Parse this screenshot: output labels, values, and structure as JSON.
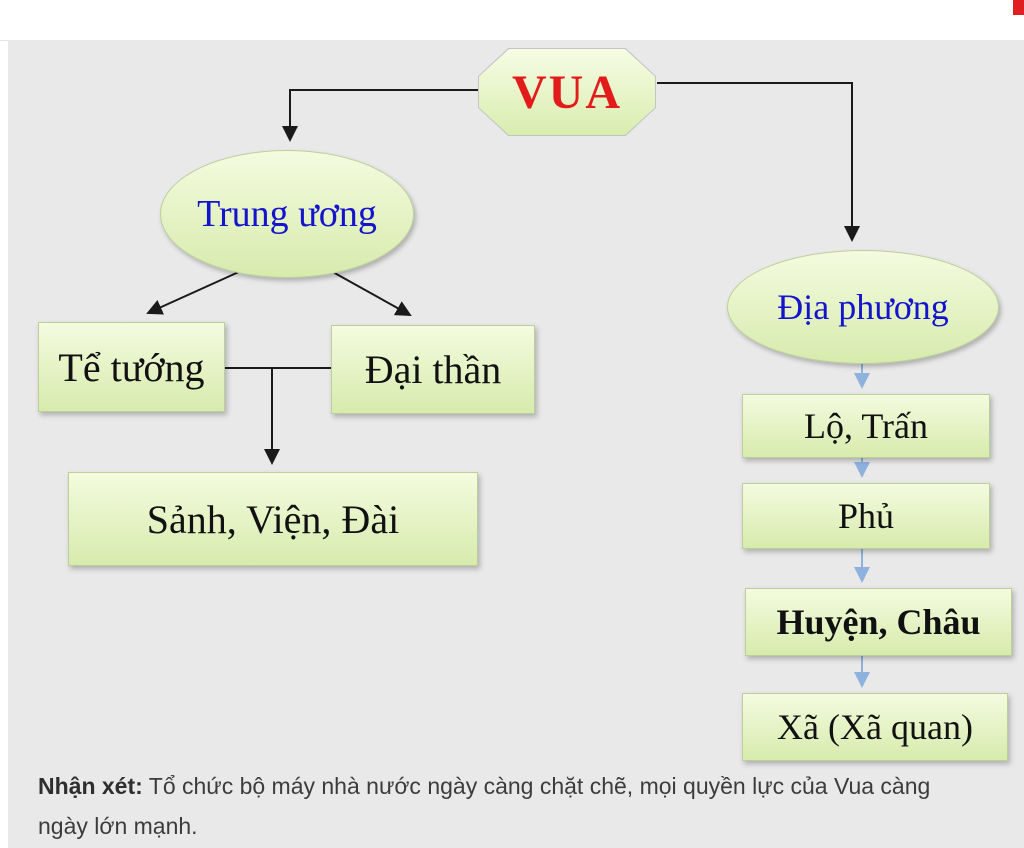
{
  "nodes": {
    "vua": "VUA",
    "trung_uong": "Trung ương",
    "dia_phuong": "Địa phương",
    "te_tuong": "Tể tướng",
    "dai_than": "Đại thần",
    "sanh_vien_dai": "Sảnh, Viện, Đài",
    "lo_tran": "Lộ, Trấn",
    "phu": "Phủ",
    "huyen_chau": "Huyện, Châu",
    "xa_quan": "Xã (Xã quan)"
  },
  "note": {
    "label": "Nhận xét:",
    "text": " Tổ chức bộ máy nhà nước ngày càng chặt chẽ, mọi quyền lực của Vua càng ngày lớn mạnh."
  },
  "colors": {
    "background": "#e9e9e9",
    "node_fill_top": "#f4fbdf",
    "node_fill_bottom": "#d7ebad",
    "node_border": "#bccf9b",
    "vua_text": "#e21b1b",
    "ellipse_text": "#1414cc",
    "box_text": "#111111",
    "black_arrow": "#1a1a1a",
    "blue_arrow": "#8fb2dd",
    "corner_mark": "#e02020"
  }
}
